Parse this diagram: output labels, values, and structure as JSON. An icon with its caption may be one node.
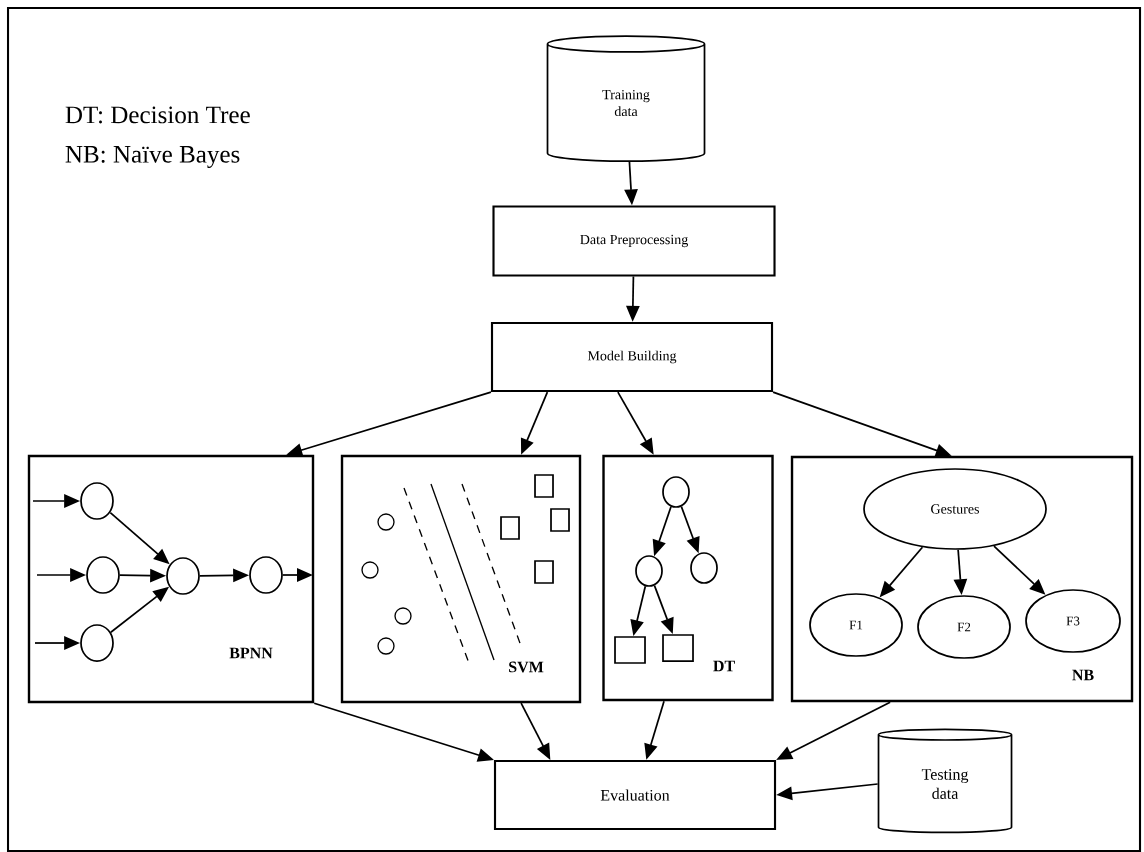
{
  "diagram": {
    "nodes": [
      {
        "text": [
          "Training data"
        ]
      },
      {
        "text": [
          "Data Preprocessing"
        ]
      },
      {
        "text": [
          "Model Building"
        ]
      },
      {
        "text": [
          "BPNN"
        ]
      },
      {
        "text": [],
        "shape": "circle",
        "in": 3
      },
      {
        "text": [],
        "shape": "circle",
        "in": 3
      },
      {
        "text": [],
        "shape": "circle",
        "in": 3
      },
      {
        "text": [],
        "shape": "circle",
        "in": 3
      },
      {
        "text": [],
        "shape": "circle",
        "in": 3
      },
      {
        "text": [
          "SVM"
        ]
      },
      {
        "text": [
          "DT"
        ]
      },
      {
        "text": [],
        "shape": "circle",
        "in": 10
      },
      {
        "text": [],
        "shape": "circle",
        "in": 10
      },
      {
        "text": [],
        "shape": "circle",
        "in": 10
      },
      {
        "text": [],
        "shape": "box",
        "in": 10
      },
      {
        "text": [],
        "shape": "box",
        "in": 10
      },
      {
        "text": [
          "NB"
        ]
      },
      {
        "text": [
          "Gestures"
        ],
        "in": 16
      },
      {
        "text": [
          "F1"
        ],
        "in": 16
      },
      {
        "text": [
          "F2"
        ],
        "in": 16
      },
      {
        "text": [
          "F3"
        ],
        "in": 16
      },
      {
        "text": [
          "Evaluation"
        ]
      },
      {
        "text": [
          "Testing data"
        ]
      }
    ],
    "edges": [
      {
        "from": 0,
        "to": 1,
        "arrow": "to"
      },
      {
        "from": 1,
        "to": 2,
        "arrow": "to"
      },
      {
        "from": 2,
        "to": 3,
        "arrow": "to"
      },
      {
        "from": 2,
        "to": 9,
        "arrow": "to"
      },
      {
        "from": 2,
        "to": 10,
        "arrow": "to"
      },
      {
        "from": 2,
        "to": 16,
        "arrow": "to"
      },
      {
        "from": null,
        "to": 4,
        "arrow": "to"
      },
      {
        "from": null,
        "to": 5,
        "arrow": "to"
      },
      {
        "from": null,
        "to": 6,
        "arrow": "to"
      },
      {
        "from": 4,
        "to": 7,
        "arrow": "to"
      },
      {
        "from": 5,
        "to": 7,
        "arrow": "to"
      },
      {
        "from": 6,
        "to": 7,
        "arrow": "to"
      },
      {
        "from": 7,
        "to": 8,
        "arrow": "to"
      },
      {
        "from": 8,
        "to": null,
        "arrow": "to"
      },
      {
        "from": 11,
        "to": 12,
        "arrow": "to"
      },
      {
        "from": 11,
        "to": 13,
        "arrow": "to"
      },
      {
        "from": 12,
        "to": 14,
        "arrow": "to"
      },
      {
        "from": 12,
        "to": 15,
        "arrow": "to"
      },
      {
        "from": 17,
        "to": 18,
        "arrow": "to"
      },
      {
        "from": 17,
        "to": 19,
        "arrow": "to"
      },
      {
        "from": 17,
        "to": 20,
        "arrow": "to"
      },
      {
        "from": 3,
        "to": 21,
        "arrow": "to"
      },
      {
        "from": 9,
        "to": 21,
        "arrow": "to"
      },
      {
        "from": 10,
        "to": 21,
        "arrow": "to"
      },
      {
        "from": 16,
        "to": 21,
        "arrow": "to"
      },
      {
        "from": 22,
        "to": 21,
        "arrow": "to"
      }
    ],
    "labels": [
      "DT: Decision Tree",
      "NB: Naïve Bayes"
    ]
  }
}
